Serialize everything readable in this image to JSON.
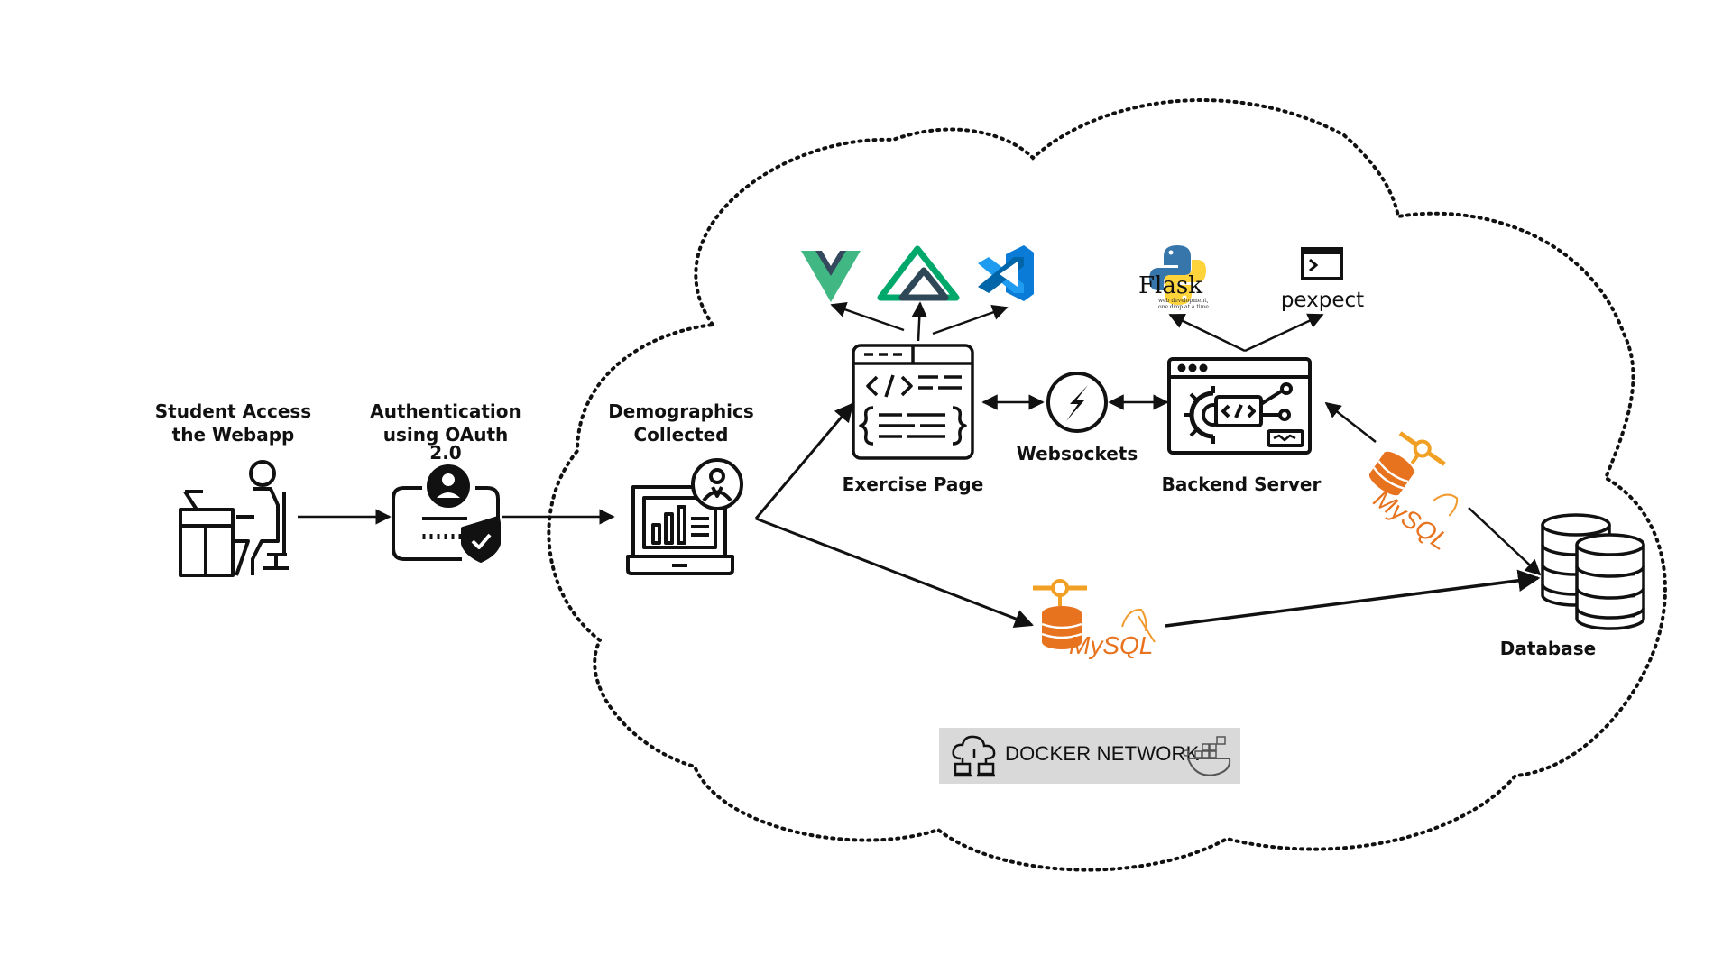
{
  "nodes": {
    "student": {
      "line1": "Student Access",
      "line2": "the Webapp"
    },
    "auth": {
      "line1": "Authentication",
      "line2": "using OAuth",
      "line3": "2.0"
    },
    "demographics": {
      "line1": "Demographics",
      "line2": "Collected"
    },
    "exercise": {
      "label": "Exercise Page"
    },
    "websockets": {
      "label": "Websockets"
    },
    "backend": {
      "label": "Backend Server"
    },
    "database": {
      "label": "Database"
    }
  },
  "tools": {
    "flask": {
      "name": "Flask",
      "tagline1": "web development,",
      "tagline2": "one drop at a time"
    },
    "pexpect": {
      "name": "pexpect"
    },
    "mysql": {
      "name": "MySQL"
    }
  },
  "network": {
    "label": "DOCKER NETWORK"
  },
  "icons": [
    "person-at-desk-icon",
    "id-card-shield-icon",
    "laptop-chart-icon",
    "code-editor-icon",
    "socket-io-icon",
    "server-gear-icon",
    "database-icon",
    "vue-logo-icon",
    "nuxt-logo-icon",
    "vscode-logo-icon",
    "python-logo-icon",
    "terminal-icon",
    "mysql-dolphin-icon",
    "docker-icon",
    "cloud-icon"
  ],
  "colors": {
    "vue_green": "#41b883",
    "vue_dark": "#34495e",
    "nuxt_green": "#00dc82",
    "vscode_blue": "#0a7bd6",
    "mysql_orange": "#e8731f",
    "python_blue": "#3776ab",
    "python_yellow": "#ffd43b",
    "docker_bg": "#d9d9d9"
  }
}
